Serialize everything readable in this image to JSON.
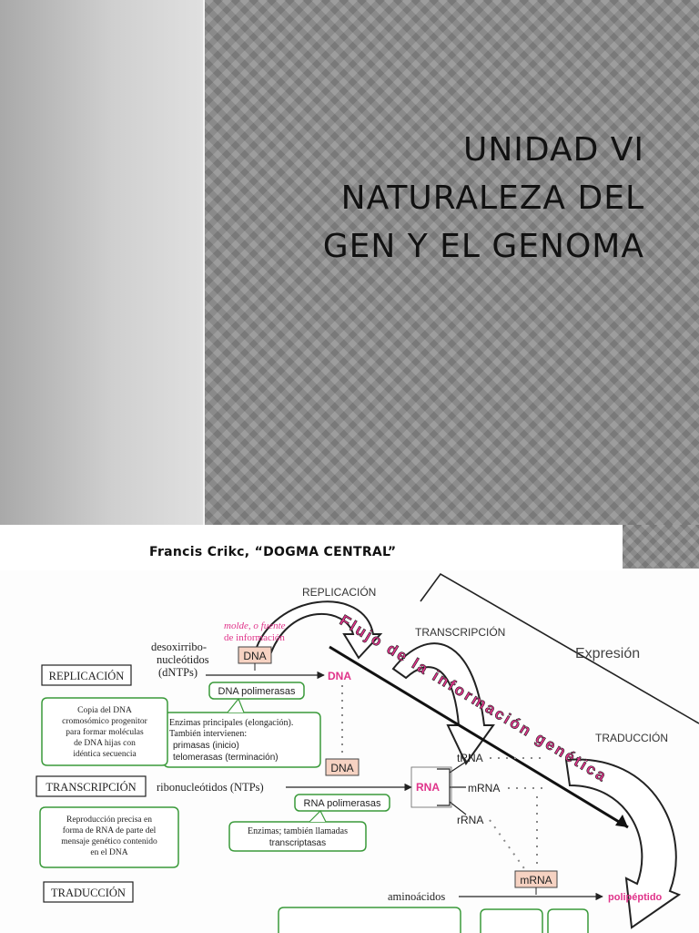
{
  "title": {
    "line1": "UNIDAD VI",
    "line2": "NATURALEZA DEL",
    "line3": "GEN Y EL GENOMA"
  },
  "slide2": {
    "heading": "Francis Crikc, “DOGMA CENTRAL”"
  },
  "diagram": {
    "replicacion_top": "REPLICACIÓN",
    "transcripcion_top": "TRANSCRIPCIÓN",
    "traduccion_top": "TRADUCCIÓN",
    "expresion": "Expresión",
    "flujo": "Flujo de la información genética",
    "molde_1": "molde, o fuente",
    "molde_2": "de información",
    "dna_box_1": "DNA",
    "dntp_1": "desoxirribo-",
    "dntp_2": "nucleótidos",
    "dntp_3": "(dNTPs)",
    "dna_product": "DNA",
    "dna_polimerasas": "DNA polimerasas",
    "enz1_1": "Enzimas principales (elongación).",
    "enz1_2": "También intervienen:",
    "enz1_3": "primasas  (inicio)",
    "enz1_4": "telomerasas  (terminación)",
    "replicacion_label": "REPLICACIÓN",
    "rep_desc_1": "Copia del DNA",
    "rep_desc_2": "cromosómico progenitor",
    "rep_desc_3": "para formar moléculas",
    "rep_desc_4": "de DNA hijas con",
    "rep_desc_5": "idéntica secuencia",
    "transcripcion_label": "TRANSCRIPCIÓN",
    "ntp": "ribonucleótidos (NTPs)",
    "dna_box_2": "DNA",
    "rna_product": "RNA",
    "trna": "tRNA",
    "mrna": "mRNA",
    "rrna": "rRNA",
    "rna_polimerasas": "RNA polimerasas",
    "enz2_1": "Enzimas; también llamadas",
    "enz2_2": "transcriptasas",
    "trans_desc_1": "Reproducción precisa en",
    "trans_desc_2": "forma de RNA de parte del",
    "trans_desc_3": "mensaje genético contenido",
    "trans_desc_4": "en el DNA",
    "traduccion_label": "TRADUCCIÓN",
    "mrna_box": "mRNA",
    "aminoacidos": "aminoácidos",
    "polipeptido": "polipéptido",
    "colors": {
      "pink": "#e0338a",
      "green": "#3a9a3a",
      "box_fill": "#f6d2c2"
    }
  }
}
